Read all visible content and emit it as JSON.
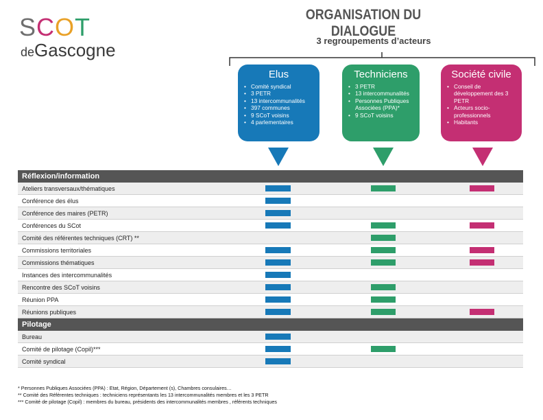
{
  "logo": {
    "scot_letters": [
      "S",
      "C",
      "O",
      "T"
    ],
    "scot_colors": [
      "#6f6f6f",
      "#c42f73",
      "#e9a127",
      "#2e9e6a"
    ],
    "de": "de",
    "name": "Gascogne"
  },
  "title": "ORGANISATION DU DIALOGUE",
  "subtitle": "3 regroupements d’acteurs",
  "groups": [
    {
      "name": "Elus",
      "color": "#1779b8",
      "items": [
        "Comité syndical",
        "3 PETR",
        "13 intercommunalités",
        "397 communes",
        "9 SCoT voisins",
        "4 parlementaires"
      ]
    },
    {
      "name": "Techniciens",
      "color": "#2e9e6a",
      "items": [
        "3 PETR",
        "13 intercommunalités",
        "Personnes Publiques Associées (PPA)*",
        "9 SCoT voisins"
      ]
    },
    {
      "name": "Société civile",
      "color": "#c42f73",
      "items": [
        "Conseil de développement des 3 PETR",
        "Acteurs socio-professionnels",
        "Habitants"
      ]
    }
  ],
  "sections": [
    {
      "title": "Réflexion/information",
      "rows": [
        {
          "label": "Ateliers transversaux/thématiques",
          "elus": true,
          "tech": true,
          "soc": true
        },
        {
          "label": "Conférence des élus",
          "elus": true,
          "tech": false,
          "soc": false
        },
        {
          "label": "Conférence des maires (PETR)",
          "elus": true,
          "tech": false,
          "soc": false
        },
        {
          "label": "Conférences du SCot",
          "elus": true,
          "tech": true,
          "soc": true
        },
        {
          "label": "Comité des référentes techniques (CRT) **",
          "elus": false,
          "tech": true,
          "soc": false
        },
        {
          "label": "Commissions territoriales",
          "elus": true,
          "tech": true,
          "soc": true
        },
        {
          "label": "Commissions thématiques",
          "elus": true,
          "tech": true,
          "soc": true
        },
        {
          "label": "Instances des intercommunalités",
          "elus": true,
          "tech": false,
          "soc": false
        },
        {
          "label": "Rencontre des SCoT voisins",
          "elus": true,
          "tech": true,
          "soc": false
        },
        {
          "label": "Réunion PPA",
          "elus": true,
          "tech": true,
          "soc": false
        },
        {
          "label": "Réunions publiques",
          "elus": true,
          "tech": true,
          "soc": true
        }
      ]
    },
    {
      "title": "Pilotage",
      "rows": [
        {
          "label": "Bureau",
          "elus": true,
          "tech": false,
          "soc": false
        },
        {
          "label": "Comité de pilotage (Copil)***",
          "elus": true,
          "tech": true,
          "soc": false
        },
        {
          "label": "Comité syndical",
          "elus": true,
          "tech": false,
          "soc": false
        }
      ]
    }
  ],
  "footnotes": [
    "* Personnes Publiques Associées (PPA) : Etat, Région, Département (s), Chambres consulaires…",
    "** Comité des Référentes techniques : techniciens représentants les 13 intercommunalités membres et les 3 PETR",
    "*** Comité de pilotage (Copil) : membres du bureau, présidents des intercommunalités membres , référents techniques"
  ]
}
